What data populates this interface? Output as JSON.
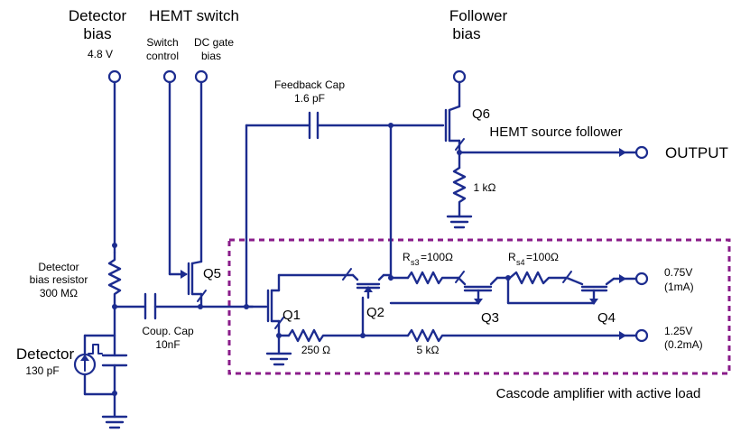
{
  "labels": {
    "detector_bias_1": "Detector",
    "detector_bias_2": "bias",
    "detector_bias_voltage": "4.8 V",
    "hemt_switch": "HEMT switch",
    "switch_control_1": "Switch",
    "switch_control_2": "control",
    "dc_gate_bias_1": "DC gate",
    "dc_gate_bias_2": "bias",
    "follower_bias_1": "Follower",
    "follower_bias_2": "bias",
    "feedback_cap_1": "Feedback Cap",
    "feedback_cap_2": "1.6 pF",
    "q6": "Q6",
    "hemt_source_follower": "HEMT source follower",
    "output": "OUTPUT",
    "r_1k": "1 kΩ",
    "det_bias_res_1": "Detector",
    "det_bias_res_2": "bias resistor",
    "det_bias_res_3": "300 MΩ",
    "q5": "Q5",
    "coup_cap_1": "Coup. Cap",
    "coup_cap_2": "10nF",
    "detector": "Detector",
    "detector_cap": "130 pF",
    "q1": "Q1",
    "q2": "Q2",
    "q3": "Q3",
    "q4": "Q4",
    "r_250": "250 Ω",
    "r_5k": "5 kΩ",
    "rs3_main": "R",
    "rs3_sub": "s3",
    "rs3_val": "=100Ω",
    "rs4_main": "R",
    "rs4_sub": "s4",
    "rs4_val": "=100Ω",
    "v075": "0.75V",
    "v075_i": "(1mA)",
    "v125": "1.25V",
    "v125_i": "(0.2mA)",
    "cascode": "Cascode amplifier with active load"
  },
  "colors": {
    "wire": "#1c2c8f",
    "dashed_box": "#8a1c8a"
  }
}
